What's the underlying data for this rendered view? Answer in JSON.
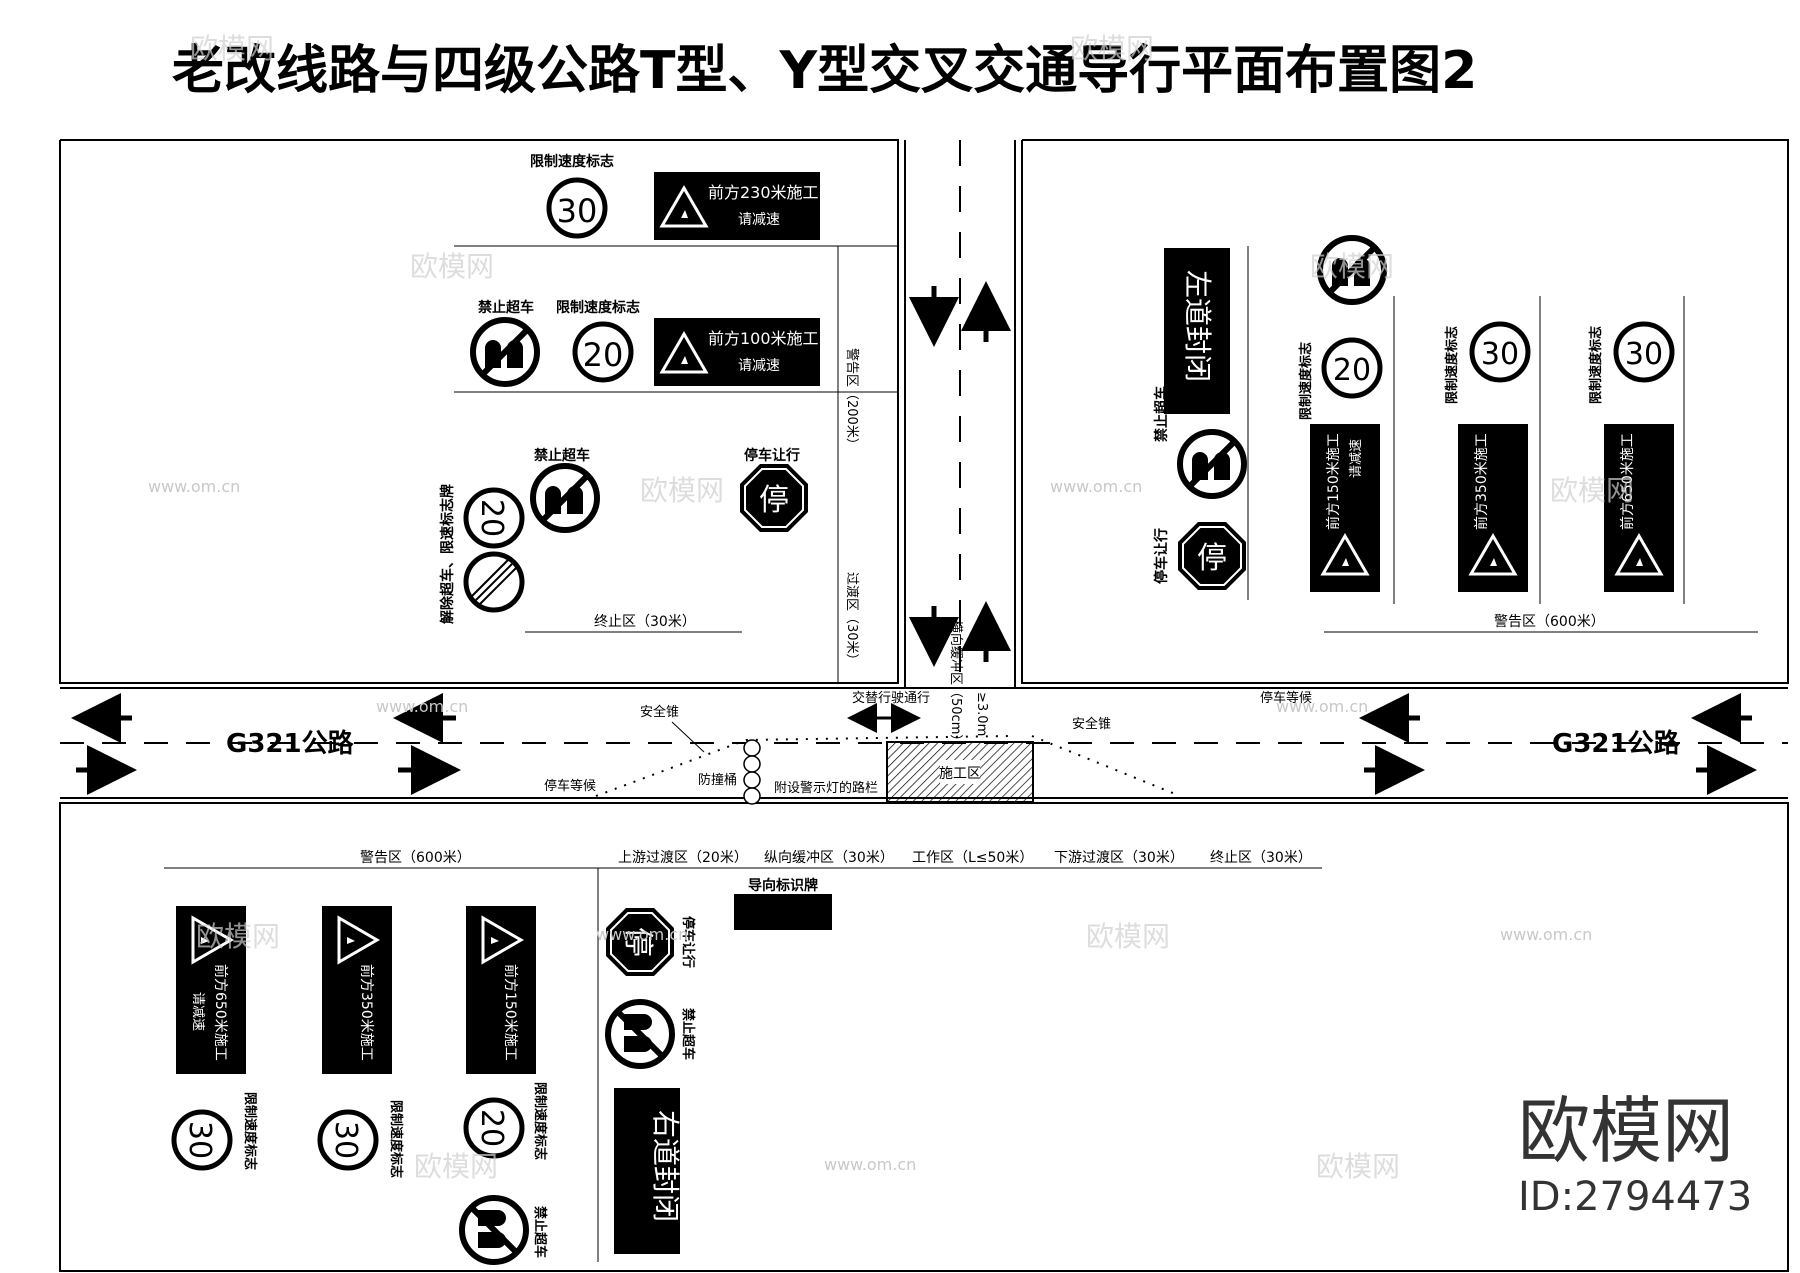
{
  "title": "老改线路与四级公路T型、Y型交叉交通导行平面布置图2",
  "road": {
    "left": "G321公路",
    "right": "G321公路"
  },
  "ne_labels": {
    "left_closed": "左道封闭",
    "no_overtake": "禁止超车",
    "stop_yield": "停车让行",
    "speed_label_1": "限制速度标志",
    "speed_label_2": "限制速度标志",
    "speed_label_3": "限制速度标志",
    "warn_1": "前方150米施工",
    "warn_2": "前方350米施工",
    "warn_3": "前方650米施工",
    "slow": "请减速",
    "speed_20": "20",
    "speed_30a": "30",
    "speed_30b": "30",
    "stop_char": "停",
    "zone_warning": "警告区（600米）"
  },
  "nw_labels": {
    "speed_label_top": "限制速度标志",
    "speed_30": "30",
    "warn_230": "前方230米施工",
    "slow_1": "请减速",
    "no_overtake_1": "禁止超车",
    "speed_label_2": "限制速度标志",
    "speed_20": "20",
    "warn_100": "前方100米施工",
    "slow_2": "请减速",
    "no_overtake_2": "禁止超车",
    "stop_yield": "停车让行",
    "stop_char": "停",
    "lift_label": "解除超车、限速标志牌",
    "speed_20b": "20",
    "zone_end": "终止区（30米）",
    "zone_warning_v": "警告区（200米）",
    "zone_transition_v": "过渡区（30米）",
    "zone_buffer_v": "横向缓冲区（50cm）",
    "gap_label": "≥3.0m"
  },
  "work_zone": {
    "safety_cone_1": "安全锥",
    "safety_cone_2": "安全锥",
    "barrel": "防撞桶",
    "wait_stop_1": "停车等候",
    "wait_stop_2": "停车等候",
    "fence": "附设警示灯的路栏",
    "work_area": "施工区",
    "traffic_pass": "交替行驶通行"
  },
  "zones_bottom": [
    {
      "label": "警告区（600米）"
    },
    {
      "label": "上游过渡区（20米）"
    },
    {
      "label": "纵向缓冲区（30米）"
    },
    {
      "label": "工作区（L≤50米）"
    },
    {
      "label": "下游过渡区（30米）"
    },
    {
      "label": "终止区（30米）"
    }
  ],
  "sw_labels": {
    "guide_sign": "导向标识牌",
    "warn_650": "前方650米施工",
    "warn_350": "前方350米施工",
    "warn_150": "前方150米施工",
    "slow": "请减速",
    "speed_label_1": "限制速度标志",
    "speed_label_2": "限制速度标志",
    "speed_label_3": "限制速度标志",
    "speed_30a": "30",
    "speed_30b": "30",
    "speed_20": "20",
    "stop_yield": "停车让行",
    "stop_char": "停",
    "no_overtake_1": "禁止超车",
    "no_overtake_2": "禁止超车",
    "right_closed": "右道封闭"
  },
  "watermark": {
    "brand": "欧模网",
    "id": "ID:2794473",
    "small": "欧模网",
    "url": "www.om.cn"
  }
}
